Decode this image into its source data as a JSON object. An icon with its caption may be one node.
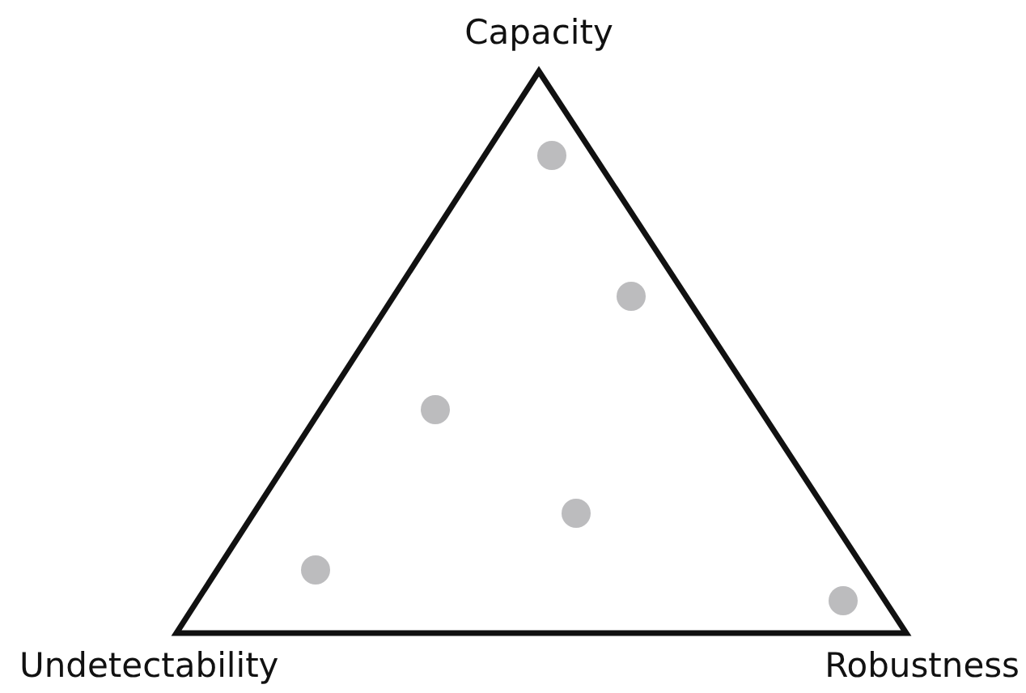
{
  "diagram": {
    "labels": [
      "Capacity",
      "Undetectability",
      "Robustness"
    ]
  }
}
